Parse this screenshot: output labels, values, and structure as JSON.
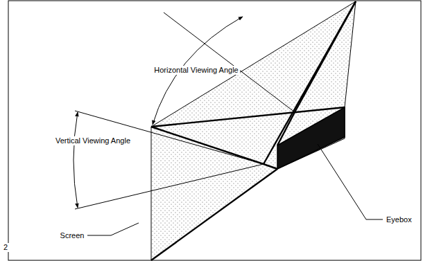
{
  "diagram": {
    "labels": [
      "Horizontal Viewing Angle",
      "Vertical Viewing Angle",
      "Screen",
      "Eyebox",
      "2"
    ]
  }
}
